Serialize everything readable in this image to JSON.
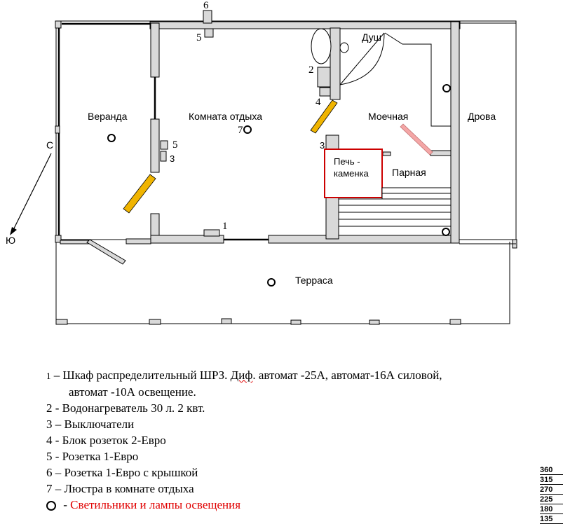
{
  "rooms": {
    "veranda": "Веранда",
    "rest_room": "Комната отдыха",
    "shower": "Душ",
    "washroom": "Моечная",
    "firewood": "Дрова",
    "stove_line1": "Печь -",
    "stove_line2": "каменка",
    "steam_room": "Парная",
    "terrace": "Терраса"
  },
  "compass": {
    "north": "С",
    "south": "Ю"
  },
  "markers": {
    "m6": "6",
    "m5_top": "5",
    "m2": "2",
    "m4": "4",
    "m7": "7",
    "m5_left": "5",
    "m3_left": "3",
    "m3_right": "3",
    "m1": "1"
  },
  "legend": {
    "item1_num": "1",
    "item1_text_a": " – Шкаф распределительный ШРЗ. ",
    "item1_text_spell": "Диф",
    "item1_text_b": ". автомат -25А, автомат-16А силовой,",
    "item1_cont": "автомат -10А освещение.",
    "item2": "2 - Водонагреватель 30 л. 2 квт.",
    "item3": "3 – Выключатели",
    "item4": "4 -  Блок розеток 2-Евро",
    "item5": "5 -  Розетка 1-Евро",
    "item6": "6 – Розетка 1-Евро с крышкой",
    "item7": "7 – Люстра в комнате отдыха",
    "lamps_dash": " - ",
    "lamps_text": "Светильники и лампы освещения"
  },
  "scale_values": [
    "360",
    "315",
    "270",
    "225",
    "180",
    "135"
  ],
  "colors": {
    "door": "#f0b400",
    "red_text": "#e00000",
    "pink_door": "#f4a6a6",
    "stove_outline": "#cc0000"
  }
}
